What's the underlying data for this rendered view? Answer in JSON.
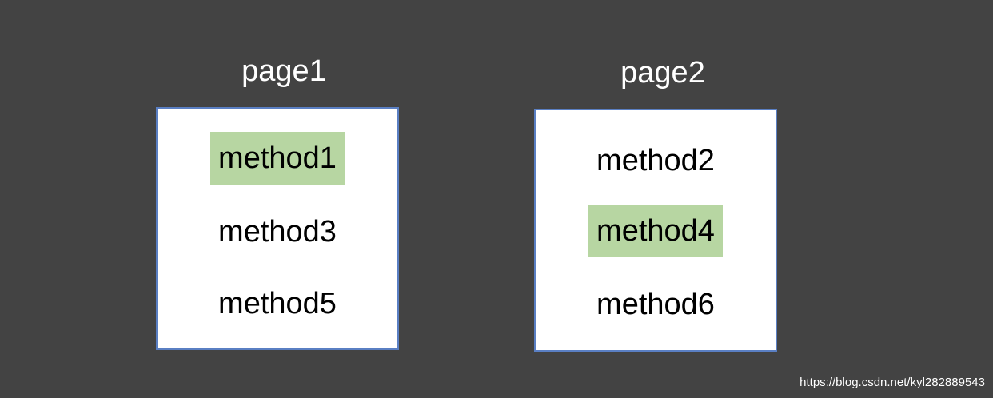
{
  "pages": [
    {
      "title": "page1",
      "methods": [
        {
          "label": "method1",
          "highlighted": true
        },
        {
          "label": "method3",
          "highlighted": false
        },
        {
          "label": "method5",
          "highlighted": false
        }
      ]
    },
    {
      "title": "page2",
      "methods": [
        {
          "label": "method2",
          "highlighted": false
        },
        {
          "label": "method4",
          "highlighted": true
        },
        {
          "label": "method6",
          "highlighted": false
        }
      ]
    }
  ],
  "watermark": "https://blog.csdn.net/kyl282889543",
  "colors": {
    "background": "#434343",
    "box_border": "#5a7fc3",
    "highlight": "#b7d6a2"
  }
}
